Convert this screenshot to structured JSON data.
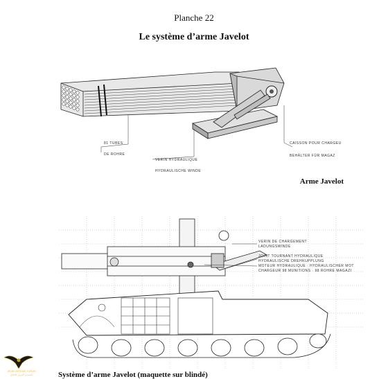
{
  "header": {
    "planche": "Planche 22",
    "title": "Le système d’arme Javelot"
  },
  "figure1": {
    "caption": "Arme Javelot",
    "labels": {
      "tubes_1": "81 TUBES",
      "tubes_2": "DE ROHRE",
      "verin_1": "VERIN HYDRAULIQUE",
      "verin_2": "HYDRAULISCHE WINDE",
      "caisson_1": "CAISSON POUR CHARGEU",
      "caisson_2": "BEHÄLTER FÜR MAGAZ"
    }
  },
  "figure2": {
    "caption": "Système d’arme Javelot (maquette sur blindé)",
    "labels": {
      "l1": "VERIN DE CHARGEMENT",
      "l2": "LADUNGSWINDE",
      "l3": "JOINT TOURNANT HYDRAULIQUE",
      "l4": "HYDRAULISCHE DREHKUPPLUNG",
      "l5": "MOTEUR HYDRAULIQUE · HYDRAULISCHER MOT",
      "l6": "CHARGEUR 98 MUNITIONS · 98 ROHRE MAGAZI"
    }
  },
  "watermark": {
    "line1": "ARAB DEFENSE FORUM",
    "line2": "المنتدى العربي للدفاع"
  }
}
